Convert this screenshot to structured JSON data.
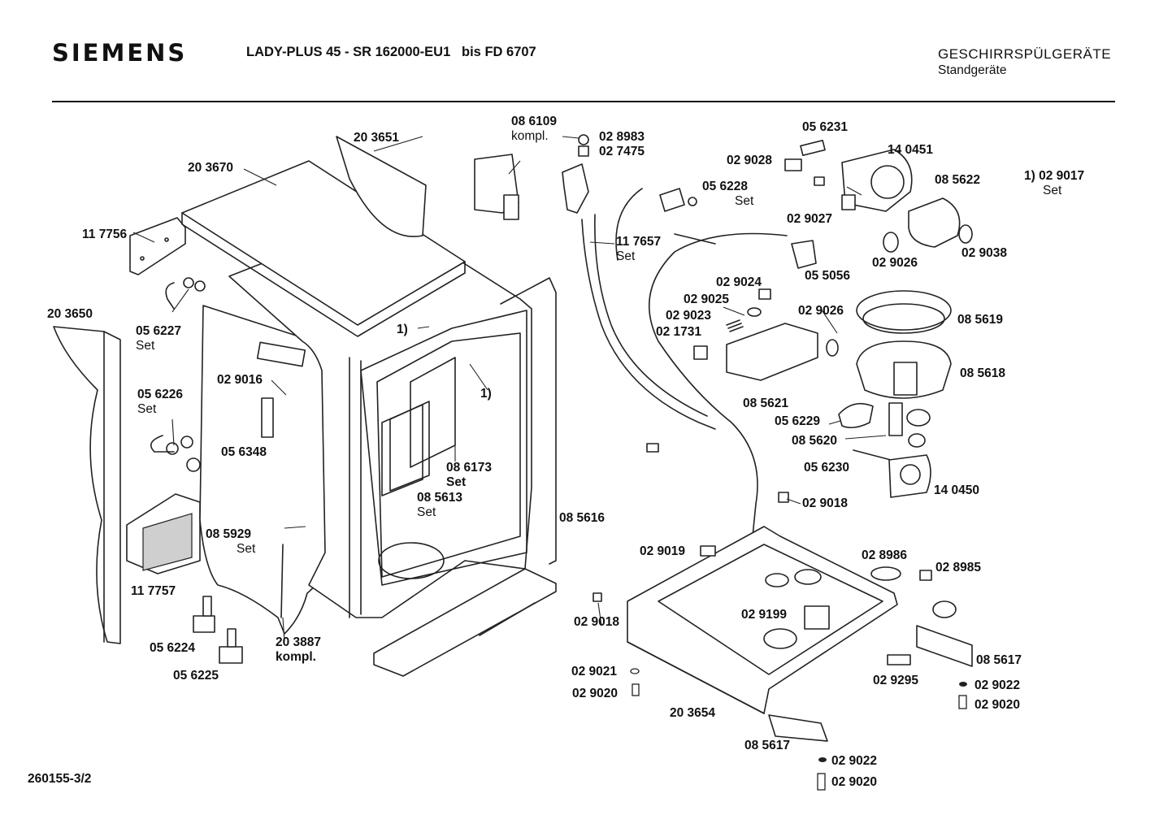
{
  "header": {
    "brand": "SIEMENS",
    "model": "LADY-PLUS 45 - SR 162000-EU1   bis FD 6707",
    "category": "GESCHIRRSPÜLGERÄTE",
    "subcategory": "Standgeräte"
  },
  "footer": {
    "doc_number": "260155-3/2"
  },
  "labels": [
    {
      "id": "p-203651",
      "lines": [
        "20 3651"
      ]
    },
    {
      "id": "p-203670",
      "lines": [
        "20 3670"
      ]
    },
    {
      "id": "p-117756",
      "lines": [
        "11 7756"
      ]
    },
    {
      "id": "p-203650",
      "lines": [
        "20 3650"
      ]
    },
    {
      "id": "p-056227",
      "lines": [
        "05 6227",
        "Set"
      ]
    },
    {
      "id": "p-056226",
      "lines": [
        "05 6226",
        "Set"
      ]
    },
    {
      "id": "p-029016",
      "lines": [
        "02 9016"
      ]
    },
    {
      "id": "p-056348",
      "lines": [
        "05 6348"
      ]
    },
    {
      "id": "p-085929",
      "lines": [
        "08 5929",
        "Set"
      ]
    },
    {
      "id": "p-117757",
      "lines": [
        "11 7757"
      ]
    },
    {
      "id": "p-056224",
      "lines": [
        "05 6224"
      ]
    },
    {
      "id": "p-056225",
      "lines": [
        "05 6225"
      ]
    },
    {
      "id": "p-203887",
      "lines": [
        "20 3887",
        "kompl."
      ]
    },
    {
      "id": "p-1a",
      "lines": [
        "1)"
      ]
    },
    {
      "id": "p-1b",
      "lines": [
        "1)"
      ]
    },
    {
      "id": "p-086173",
      "lines": [
        "08 6173",
        "Set"
      ]
    },
    {
      "id": "p-085613",
      "lines": [
        "08 5613",
        "Set"
      ]
    },
    {
      "id": "p-085616",
      "lines": [
        "08 5616"
      ]
    },
    {
      "id": "p-086109",
      "lines": [
        "08 6109",
        "kompl."
      ]
    },
    {
      "id": "p-028983",
      "lines": [
        "02 8983"
      ]
    },
    {
      "id": "p-027475",
      "lines": [
        "02 7475"
      ]
    },
    {
      "id": "p-117657",
      "lines": [
        "11 7657",
        "Set"
      ]
    },
    {
      "id": "p-056231",
      "lines": [
        "05 6231"
      ]
    },
    {
      "id": "p-029028",
      "lines": [
        "02 9028"
      ]
    },
    {
      "id": "p-056228",
      "lines": [
        "05 6228",
        "Set"
      ]
    },
    {
      "id": "p-140451",
      "lines": [
        "14 0451"
      ]
    },
    {
      "id": "p-085622",
      "lines": [
        "08 5622"
      ]
    },
    {
      "id": "p-029017",
      "lines": [
        "1) 02 9017",
        "Set"
      ]
    },
    {
      "id": "p-029027",
      "lines": [
        "02 9027"
      ]
    },
    {
      "id": "p-029026a",
      "lines": [
        "02 9026"
      ]
    },
    {
      "id": "p-029038",
      "lines": [
        "02 9038"
      ]
    },
    {
      "id": "p-055056",
      "lines": [
        "05 5056"
      ]
    },
    {
      "id": "p-029024",
      "lines": [
        "02 9024"
      ]
    },
    {
      "id": "p-029025",
      "lines": [
        "02 9025"
      ]
    },
    {
      "id": "p-029023",
      "lines": [
        "02 9023"
      ]
    },
    {
      "id": "p-021731",
      "lines": [
        "02 1731"
      ]
    },
    {
      "id": "p-029026b",
      "lines": [
        "02 9026"
      ]
    },
    {
      "id": "p-085619",
      "lines": [
        "08 5619"
      ]
    },
    {
      "id": "p-085618",
      "lines": [
        "08 5618"
      ]
    },
    {
      "id": "p-085621",
      "lines": [
        "08 5621"
      ]
    },
    {
      "id": "p-056229",
      "lines": [
        "05 6229"
      ]
    },
    {
      "id": "p-085620",
      "lines": [
        "08 5620"
      ]
    },
    {
      "id": "p-056230",
      "lines": [
        "05 6230"
      ]
    },
    {
      "id": "p-140450",
      "lines": [
        "14 0450"
      ]
    },
    {
      "id": "p-029018a",
      "lines": [
        "02 9018"
      ]
    },
    {
      "id": "p-029019",
      "lines": [
        "02 9019"
      ]
    },
    {
      "id": "p-028986",
      "lines": [
        "02 8986"
      ]
    },
    {
      "id": "p-028985",
      "lines": [
        "02 8985"
      ]
    },
    {
      "id": "p-029018b",
      "lines": [
        "02 9018"
      ]
    },
    {
      "id": "p-029199",
      "lines": [
        "02 9199"
      ]
    },
    {
      "id": "p-085617a",
      "lines": [
        "08 5617"
      ]
    },
    {
      "id": "p-029295",
      "lines": [
        "02 9295"
      ]
    },
    {
      "id": "p-029021",
      "lines": [
        "02 9021"
      ]
    },
    {
      "id": "p-029020a",
      "lines": [
        "02 9020"
      ]
    },
    {
      "id": "p-029022a",
      "lines": [
        "02 9022"
      ]
    },
    {
      "id": "p-029020b",
      "lines": [
        "02 9020"
      ]
    },
    {
      "id": "p-203654",
      "lines": [
        "20 3654"
      ]
    },
    {
      "id": "p-085617b",
      "lines": [
        "08 5617"
      ]
    },
    {
      "id": "p-029022b",
      "lines": [
        "02 9022"
      ]
    },
    {
      "id": "p-029020c",
      "lines": [
        "02 9020"
      ]
    }
  ]
}
